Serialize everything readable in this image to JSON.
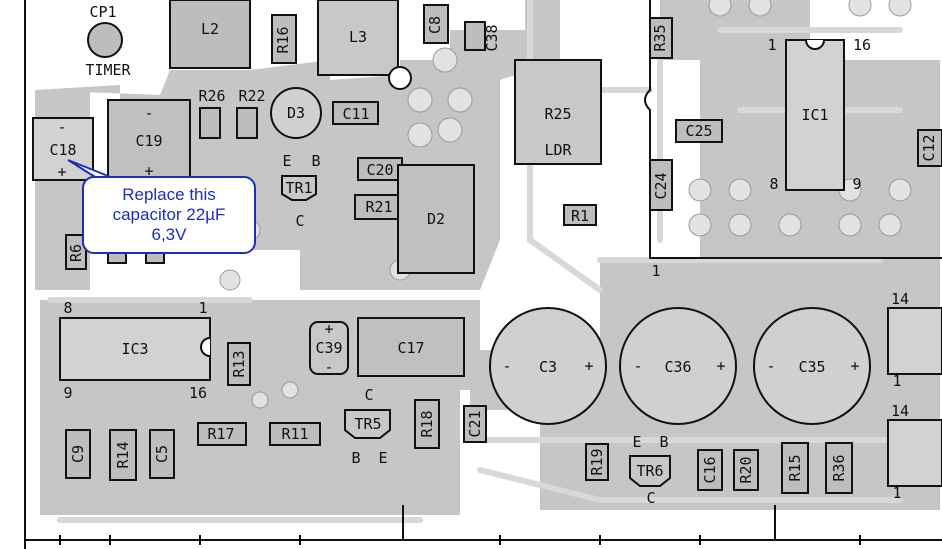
{
  "callout": {
    "line1": "Replace this",
    "line2": "capacitor 22µF",
    "line3": "6,3V",
    "color": "#1c2fb8"
  },
  "labels": {
    "cp1": "CP1",
    "timer": "TIMER",
    "l2": "L2",
    "l3": "L3",
    "r16": "R16",
    "c8": "C8",
    "c38": "C38",
    "r35": "R35",
    "r26": "R26",
    "r22": "R22",
    "d3": "D3",
    "c11": "C11",
    "c19": "C19",
    "c18": "C18",
    "r25": "R25",
    "ldr": "LDR",
    "c25": "C25",
    "ic1": "IC1",
    "c12": "C12",
    "ic1_pin1": "1",
    "ic1_pin16": "16",
    "ic1_pin8": "8",
    "ic1_pin9": "9",
    "c20": "C20",
    "tr1": "TR1",
    "tr1_e": "E",
    "tr1_b": "B",
    "tr1_c": "C",
    "r21": "R21",
    "d2": "D2",
    "c24": "C24",
    "r1": "R1",
    "r6": "R6",
    "ic3": "IC3",
    "ic3_pin8": "8",
    "ic3_pin1": "1",
    "ic3_pin9": "9",
    "ic3_pin16": "16",
    "r13": "R13",
    "c39": "C39",
    "c17": "C17",
    "c3": "C3",
    "c36": "C36",
    "c35": "C35",
    "r17": "R17",
    "r11": "R11",
    "tr5": "TR5",
    "tr5_c": "C",
    "tr5_b": "B",
    "tr5_e": "E",
    "r18": "R18",
    "c21": "C21",
    "c9": "C9",
    "r14": "R14",
    "c5": "C5",
    "r19": "R19",
    "tr6": "TR6",
    "tr6_e": "E",
    "tr6_b": "B",
    "tr6_c": "C",
    "c16": "C16",
    "r20": "R20",
    "r15": "R15",
    "r36": "R36",
    "p14a": "14",
    "p1a": "1",
    "p14b": "14",
    "p1b": "1",
    "pin1_mid": "1",
    "minus": "-",
    "plus": "+",
    "minus2": "-",
    "plus2": "+",
    "minus3": "-",
    "plus3": "+",
    "minus4": "-",
    "plus4": "+",
    "minus5": "-",
    "plus5": "+",
    "minus6": "-",
    "plus6": "+"
  },
  "colors": {
    "pcb_gray": "#c4c4c4",
    "ink": "#111111",
    "pad": "#d6d6d6",
    "callout": "#1c2fb8"
  }
}
